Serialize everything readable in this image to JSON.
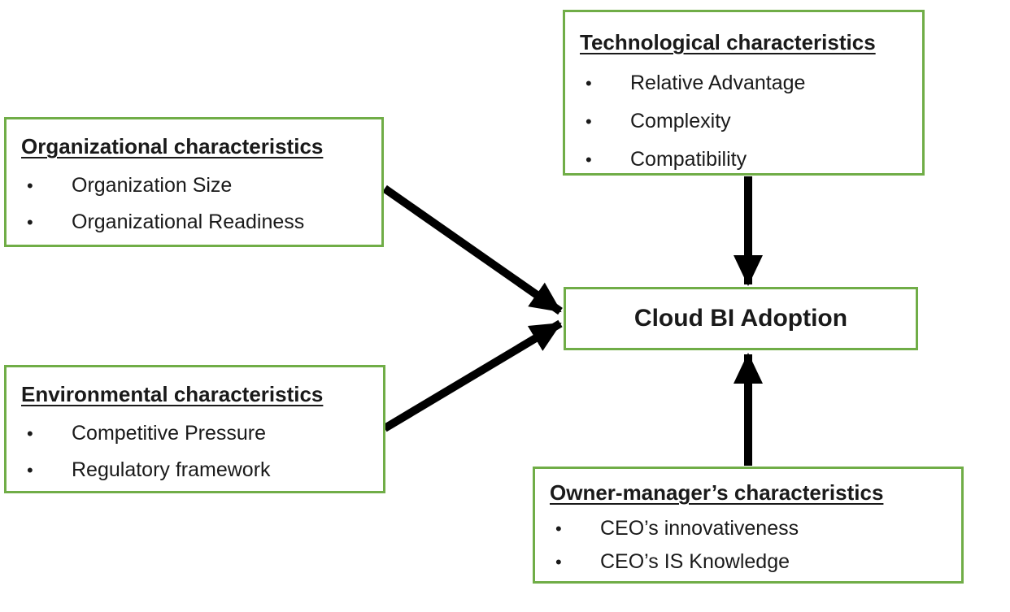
{
  "diagram": {
    "bullet_glyph": "•",
    "colors": {
      "box_border": "#70AD47",
      "arrow": "#000000",
      "text": "#1A1A1A",
      "background": "#FFFFFF"
    },
    "boxes": {
      "technological": {
        "title": "Technological characteristics",
        "items": [
          "Relative Advantage",
          "Complexity",
          "Compatibility"
        ]
      },
      "organizational": {
        "title": "Organizational characteristics",
        "items": [
          "Organization Size",
          "Organizational Readiness"
        ]
      },
      "environmental": {
        "title": "Environmental characteristics",
        "items": [
          "Competitive Pressure",
          "Regulatory framework"
        ]
      },
      "owner_manager": {
        "title": "Owner-manager’s characteristics",
        "items": [
          "CEO’s innovativeness",
          "CEO’s IS Knowledge"
        ]
      },
      "center": {
        "title": "Cloud BI Adoption"
      }
    },
    "connections": [
      {
        "from": "technological",
        "to": "center",
        "direction": "down"
      },
      {
        "from": "organizational",
        "to": "center",
        "direction": "diagonal-down-right"
      },
      {
        "from": "environmental",
        "to": "center",
        "direction": "diagonal-up-right"
      },
      {
        "from": "owner_manager",
        "to": "center",
        "direction": "up"
      }
    ]
  }
}
